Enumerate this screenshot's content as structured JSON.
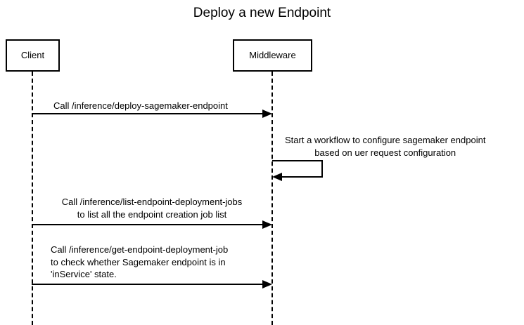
{
  "diagram": {
    "title": "Deploy a new Endpoint",
    "type": "sequence-diagram",
    "participants": [
      {
        "id": "client",
        "label": "Client"
      },
      {
        "id": "middleware",
        "label": "Middleware"
      }
    ],
    "messages": [
      {
        "id": "msg1",
        "from": "client",
        "to": "middleware",
        "kind": "call",
        "arrow": "solid-filled-right",
        "lines": [
          "Call /inference/deploy-sagemaker-endpoint"
        ]
      },
      {
        "id": "self1",
        "from": "middleware",
        "to": "middleware",
        "kind": "self-call",
        "arrow": "solid-filled-left",
        "lines": [
          "Start a workflow to configure sagemaker endpoint",
          "based on uer request configuration"
        ]
      },
      {
        "id": "msg2",
        "from": "client",
        "to": "middleware",
        "kind": "call",
        "arrow": "solid-filled-right",
        "lines": [
          "Call /inference/list-endpoint-deployment-jobs",
          "to list all the endpoint creation job list"
        ]
      },
      {
        "id": "msg3",
        "from": "client",
        "to": "middleware",
        "kind": "call",
        "arrow": "solid-filled-right",
        "lines": [
          "Call /inference/get-endpoint-deployment-job",
          "to check whether Sagemaker endpoint is in",
          "'inService' state."
        ]
      }
    ],
    "colors": {
      "background": "#ffffff",
      "stroke": "#000000",
      "text": "#000000"
    }
  }
}
